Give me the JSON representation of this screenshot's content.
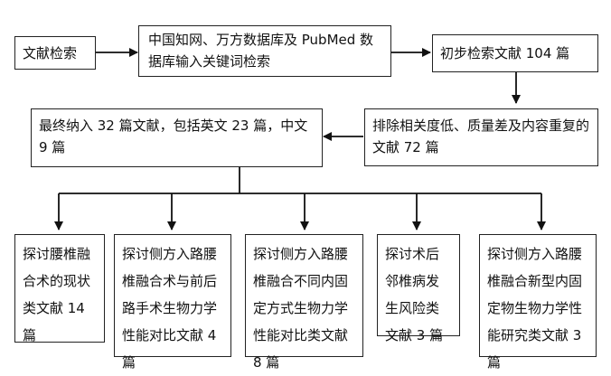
{
  "steps": {
    "search": "文献检索",
    "keywords": "中国知网、万方数据库及 PubMed 数据库输入关键词检索",
    "initial": "初步检索文献 104 篇",
    "exclude": "排除相关度低、质量差及内容重复的文献 72 篇",
    "final": "最终纳入 32 篇文献，包括英文 23 篇，中文 9 篇"
  },
  "categories": [
    "探讨腰椎融合术的现状类文献 14 篇",
    "探讨侧方入路腰椎融合术与前后路手术生物力学性能对比文献 4 篇",
    "探讨侧方入路腰椎融合不同内固定方式生物力学性能对比类文献 8 篇",
    "探讨术后邻椎病发生风险类文献 3 篇",
    "探讨侧方入路腰椎融合新型内固定物生物力学性能研究类文献 3 篇"
  ]
}
